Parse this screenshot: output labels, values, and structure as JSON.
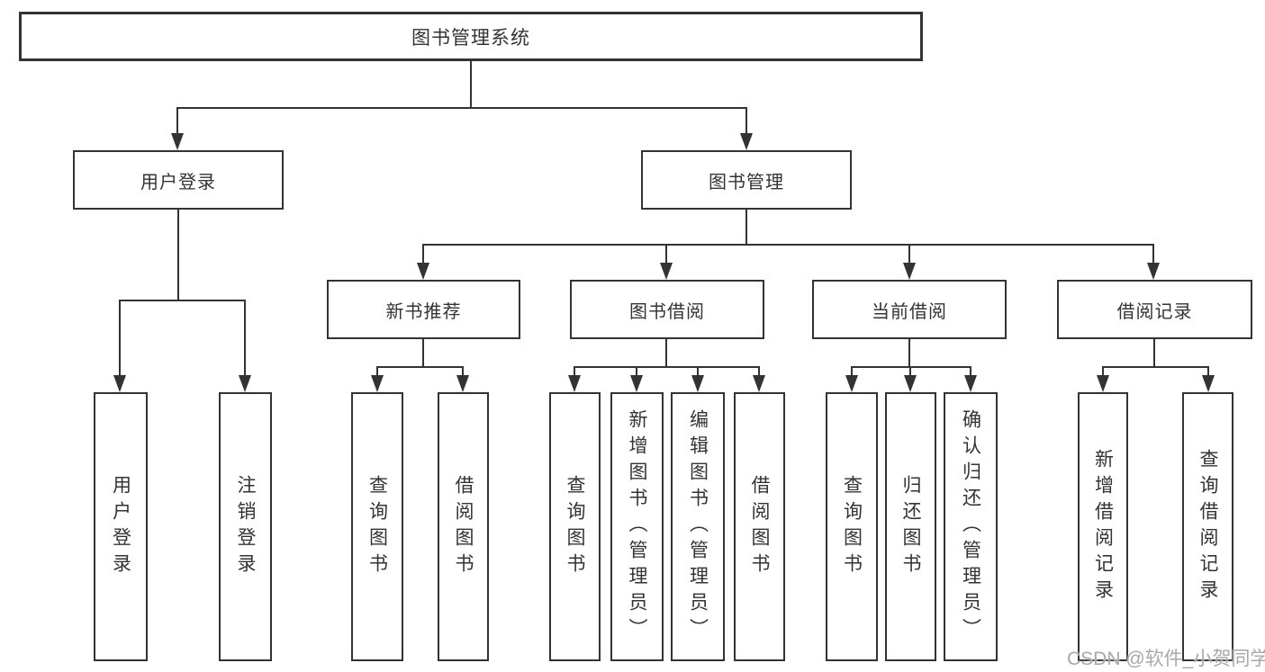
{
  "diagram": {
    "root": {
      "label": "图书管理系统"
    },
    "level2": [
      {
        "label": "用户登录"
      },
      {
        "label": "图书管理"
      }
    ],
    "level3": [
      {
        "label": "新书推荐"
      },
      {
        "label": "图书借阅"
      },
      {
        "label": "当前借阅"
      },
      {
        "label": "借阅记录"
      }
    ],
    "leaves": [
      {
        "label": "用户登录"
      },
      {
        "label": "注销登录"
      },
      {
        "label": "查询图书"
      },
      {
        "label": "借阅图书"
      },
      {
        "label": "查询图书"
      },
      {
        "label": "新增图书（管理员）"
      },
      {
        "label": "编辑图书（管理员）"
      },
      {
        "label": "借阅图书"
      },
      {
        "label": "查询图书"
      },
      {
        "label": "归还图书"
      },
      {
        "label": "确认归还（管理员）"
      },
      {
        "label": "新增借阅记录"
      },
      {
        "label": "查询借阅记录"
      }
    ],
    "watermark": "CSDN @软件_小贺同学",
    "colors": {
      "line": "#333333",
      "border": "#333333",
      "text": "#333333",
      "watermark": "#a8a8a8",
      "background": "#ffffff"
    }
  }
}
